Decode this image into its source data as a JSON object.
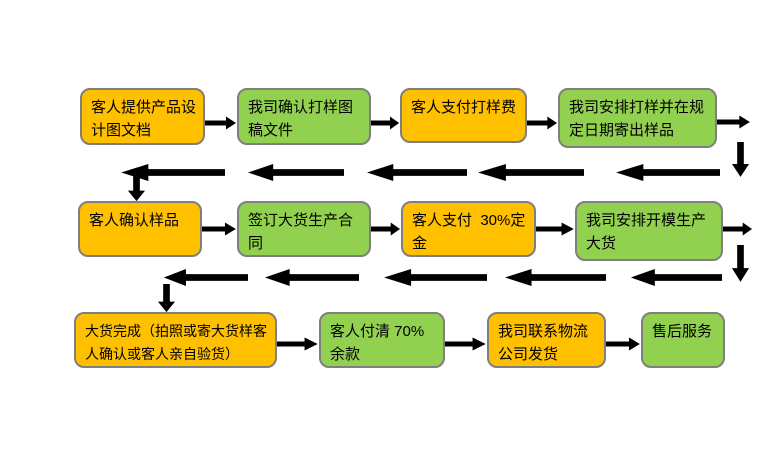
{
  "colors": {
    "orange": "#FFC000",
    "green": "#92D050",
    "box_border": "#7F7F7F",
    "arrow_fill": "#FFFFFF",
    "arrow_outline": "#555555",
    "background": "#FFFFFF",
    "text": "#000000"
  },
  "flow": {
    "rows": [
      {
        "steps": [
          {
            "label": "客人提供产品设计图文档",
            "color": "orange"
          },
          {
            "label": "我司确认打样图稿文件",
            "color": "green"
          },
          {
            "label": "客人支付打样费",
            "color": "orange"
          },
          {
            "label": "我司安排打样并在规定日期寄出样品",
            "color": "green"
          }
        ]
      },
      {
        "steps": [
          {
            "label": "客人确认样品",
            "color": "orange"
          },
          {
            "label": "签订大货生产合同",
            "color": "green"
          },
          {
            "label": "客人支付  30%定金",
            "color": "orange"
          },
          {
            "label": "我司安排开模生产大货",
            "color": "green"
          }
        ]
      },
      {
        "steps": [
          {
            "label": "大货完成（拍照或寄大货样客人确认或客人亲自验货）",
            "color": "orange"
          },
          {
            "label": "客人付清 70%余款",
            "color": "green"
          },
          {
            "label": "我司联系物流公司发货",
            "color": "orange"
          },
          {
            "label": "售后服务",
            "color": "green"
          }
        ]
      }
    ]
  }
}
